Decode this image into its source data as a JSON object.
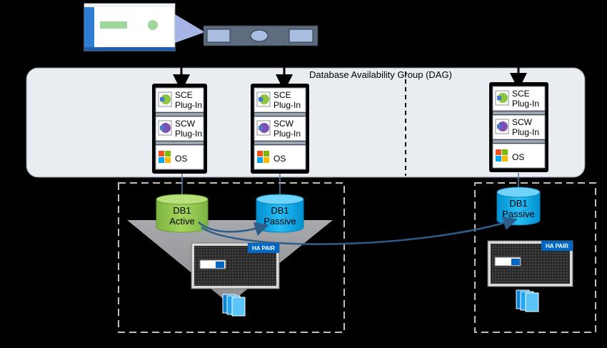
{
  "dag": {
    "title": "Database Availability Group (DAG)"
  },
  "servers": [
    {
      "id": "s1",
      "plugins": [
        {
          "line1": "SCE",
          "line2": "Plug-In"
        },
        {
          "line1": "SCW",
          "line2": "Plug-In"
        }
      ],
      "os_label": "OS"
    },
    {
      "id": "s2",
      "plugins": [
        {
          "line1": "SCE",
          "line2": "Plug-In"
        },
        {
          "line1": "SCW",
          "line2": "Plug-In"
        }
      ],
      "os_label": "OS"
    },
    {
      "id": "s3",
      "plugins": [
        {
          "line1": "SCE",
          "line2": "Plug-In"
        },
        {
          "line1": "SCW",
          "line2": "Plug-In"
        }
      ],
      "os_label": "OS"
    }
  ],
  "databases": [
    {
      "name": "DB1",
      "state": "Active",
      "color": "#92d050"
    },
    {
      "name": "DB1",
      "state": "Passive",
      "color": "#00b0f0"
    },
    {
      "name": "DB1",
      "state": "Passive",
      "color": "#00b0f0"
    }
  ],
  "storage": {
    "badge_left": "HA PAIR",
    "badge_right": "HA PAIR"
  },
  "colors": {
    "dag_fill": "#e9edf2",
    "accent_blue": "#0067c5",
    "link": "#2f5d8a"
  }
}
